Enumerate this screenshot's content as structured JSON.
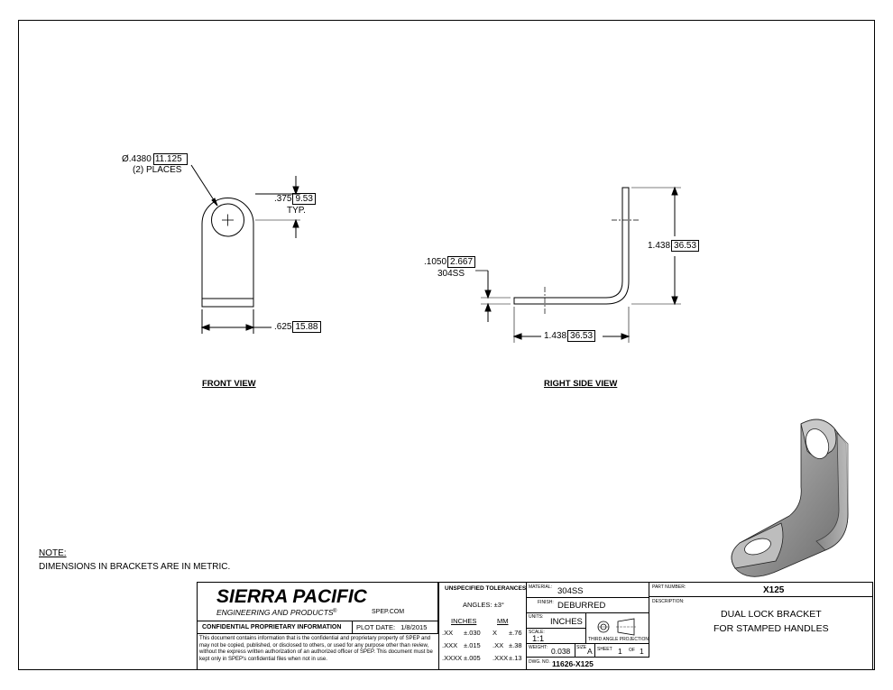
{
  "dims": {
    "hole_dia": "Ø.4380",
    "hole_dia_mm": "11.125",
    "hole_places": "(2) PLACES",
    "edge": ".375",
    "edge_mm": "9.53",
    "edge_note": "TYP.",
    "width": ".625",
    "width_mm": "15.88",
    "thickness": ".1050",
    "thickness_mm": "2.667",
    "thickness_material": "304SS",
    "height": "1.438",
    "height_mm": "36.53",
    "length": "1.438",
    "length_mm": "36.53"
  },
  "views": {
    "front": "FRONT VIEW",
    "right": "RIGHT SIDE VIEW"
  },
  "note": {
    "heading": "NOTE:",
    "text": "DIMENSIONS IN BRACKETS ARE IN METRIC."
  },
  "title_block": {
    "company": "SIERRA PACIFIC",
    "company_sub": "ENGINEERING AND PRODUCTS",
    "website": "SPEP.COM",
    "confidential": "CONFIDENTIAL PROPRIETARY INFORMATION",
    "plot_date_label": "PLOT DATE:",
    "plot_date": "1/8/2015",
    "disclaimer": "This document contains information that is the confidential and proprietary property of SPEP and may not be copied, published, or disclosed to others, or used for any purpose other than review, without the express written authorization of an authorized officer of SPEP. This document must be kept only in SPEP's confidential files when not in use.",
    "tolerances_title": "UNSPECIFIED TOLERANCES",
    "angles": "ANGLES: ±3°",
    "inches_header": "INCHES",
    "mm_header": "MM",
    "tol_rows": [
      {
        "in_fmt": ".XX",
        "in_tol": "±.030",
        "mm_fmt": "X",
        "mm_tol": "±.76"
      },
      {
        "in_fmt": ".XXX",
        "in_tol": "±.015",
        "mm_fmt": ".XX",
        "mm_tol": "±.38"
      },
      {
        "in_fmt": ".XXXX",
        "in_tol": "±.005",
        "mm_fmt": ".XXX",
        "mm_tol": "±.13"
      }
    ],
    "material_label": "MATERIAL:",
    "material": "304SS",
    "finish_label": "FINISH:",
    "finish": "DEBURRED",
    "units_label": "UNITS:",
    "units": "INCHES",
    "scale_label": "SCALE:",
    "scale": "1:1",
    "projection": "THIRD ANGLE PROJECTION",
    "weight_label": "WEIGHT:",
    "weight": "0.038",
    "size_label": "SIZE",
    "size": "A",
    "sheet_label": "SHEET",
    "sheet": "1",
    "of_label": "OF",
    "sheet_total": "1",
    "dwg_label": "DWG. NO.",
    "dwg_no": "11626-X125",
    "part_label": "PART NUMBER:",
    "part_no": "X125",
    "desc_label": "DESCRIPTION:",
    "desc_line1": "DUAL LOCK BRACKET",
    "desc_line2": "FOR STAMPED HANDLES"
  }
}
